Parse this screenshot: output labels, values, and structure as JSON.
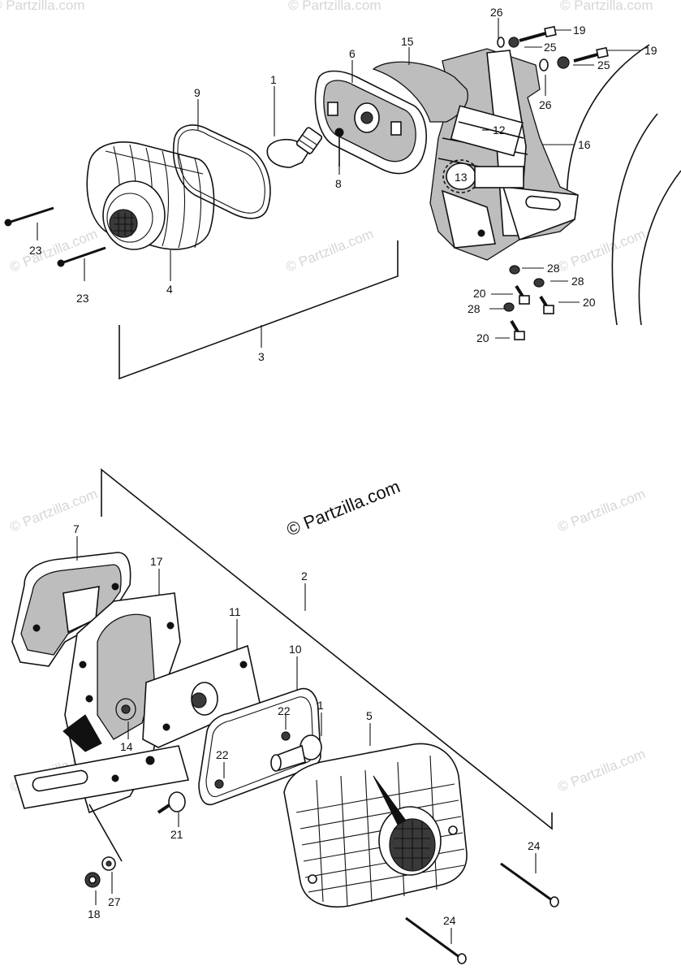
{
  "watermark": {
    "text": "Partzilla.com",
    "main_text": "© Partzilla.com"
  },
  "callouts": {
    "1": "1",
    "2": "2",
    "3": "3",
    "4": "4",
    "5": "5",
    "6": "6",
    "7": "7",
    "8": "8",
    "9": "9",
    "10": "10",
    "11": "11",
    "12": "12",
    "13": "13",
    "14": "14",
    "15": "15",
    "16": "16",
    "17": "17",
    "18": "18",
    "19": "19",
    "20": "20",
    "21": "21",
    "22": "22",
    "23": "23",
    "24": "24",
    "25": "25",
    "26": "26",
    "27": "27",
    "28": "28"
  }
}
